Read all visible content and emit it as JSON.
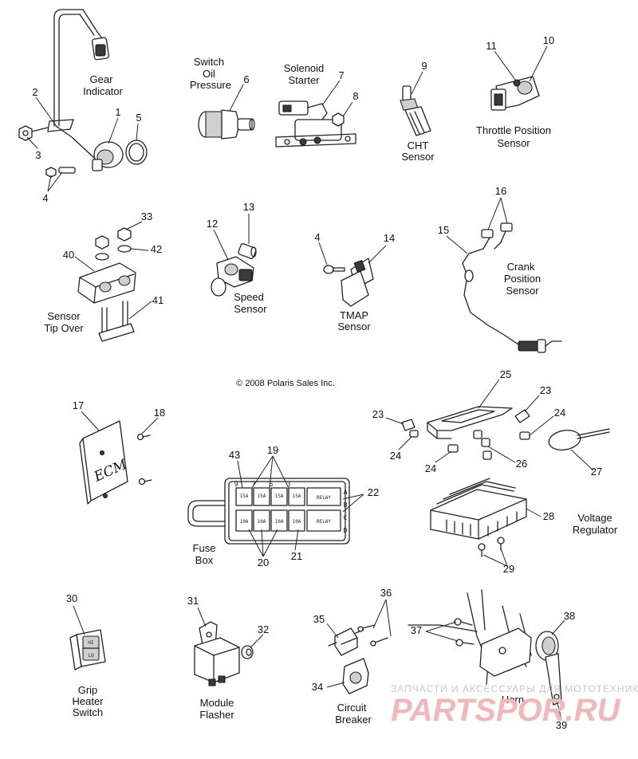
{
  "copyright": "© 2008 Polaris Sales Inc.",
  "captions": {
    "gear_indicator": [
      "Gear",
      "Indicator"
    ],
    "switch_oil_pressure": [
      "Switch",
      "Oil",
      "Pressure"
    ],
    "solenoid_starter": [
      "Solenoid",
      "Starter"
    ],
    "cht_sensor": [
      "CHT",
      "Sensor"
    ],
    "throttle_position_sensor": [
      "Throttle Position",
      "Sensor"
    ],
    "sensor_tip_over": [
      "Sensor",
      "Tip Over"
    ],
    "speed_sensor": [
      "Speed",
      "Sensor"
    ],
    "tmap_sensor": [
      "TMAP",
      "Sensor"
    ],
    "crank_position_sensor": [
      "Crank",
      "Position",
      "Sensor"
    ],
    "fuse_box": [
      "Fuse",
      "Box"
    ],
    "voltage_regulator": [
      "Voltage",
      "Regulator"
    ],
    "grip_heater_switch": [
      "Grip",
      "Heater",
      "Switch"
    ],
    "module_flasher": [
      "Module",
      "Flasher"
    ],
    "circuit_breaker": [
      "Circuit",
      "Breaker"
    ],
    "horn": [
      "Horn"
    ]
  },
  "callouts": {
    "c1": "1",
    "c2": "2",
    "c3": "3",
    "c4a": "4",
    "c4b": "4",
    "c5": "5",
    "c6": "6",
    "c7": "7",
    "c8": "8",
    "c9": "9",
    "c10": "10",
    "c11": "11",
    "c12": "12",
    "c13": "13",
    "c14": "14",
    "c15": "15",
    "c16": "16",
    "c17": "17",
    "c18": "18",
    "c19": "19",
    "c20": "20",
    "c21": "21",
    "c22": "22",
    "c23a": "23",
    "c23b": "23",
    "c24a": "24",
    "c24b": "24",
    "c24c": "24",
    "c25": "25",
    "c26": "26",
    "c27": "27",
    "c28": "28",
    "c29": "29",
    "c30": "30",
    "c31": "31",
    "c32": "32",
    "c33": "33",
    "c34": "34",
    "c35": "35",
    "c36": "36",
    "c37": "37",
    "c38": "38",
    "c39": "39",
    "c40": "40",
    "c41": "41",
    "c42": "42",
    "c43": "43"
  },
  "ecm_label": "ECM",
  "fuse_box_labels": {
    "slots": [
      "9",
      "7",
      "5",
      "3"
    ],
    "rows": [
      "A",
      "B",
      "C",
      "D"
    ],
    "fuses_top": [
      "15A",
      "15A",
      "15A",
      "15A"
    ],
    "fuses_bottom": [
      "10A",
      "10A",
      "10A",
      "10A"
    ],
    "relay": "RELAY"
  },
  "watermark": {
    "line1": "ЗАПЧАСТИ И АКСЕССУАРЫ ДЛЯ МОТОТЕХНИКИ",
    "line2": "PARTSPOR.RU"
  }
}
